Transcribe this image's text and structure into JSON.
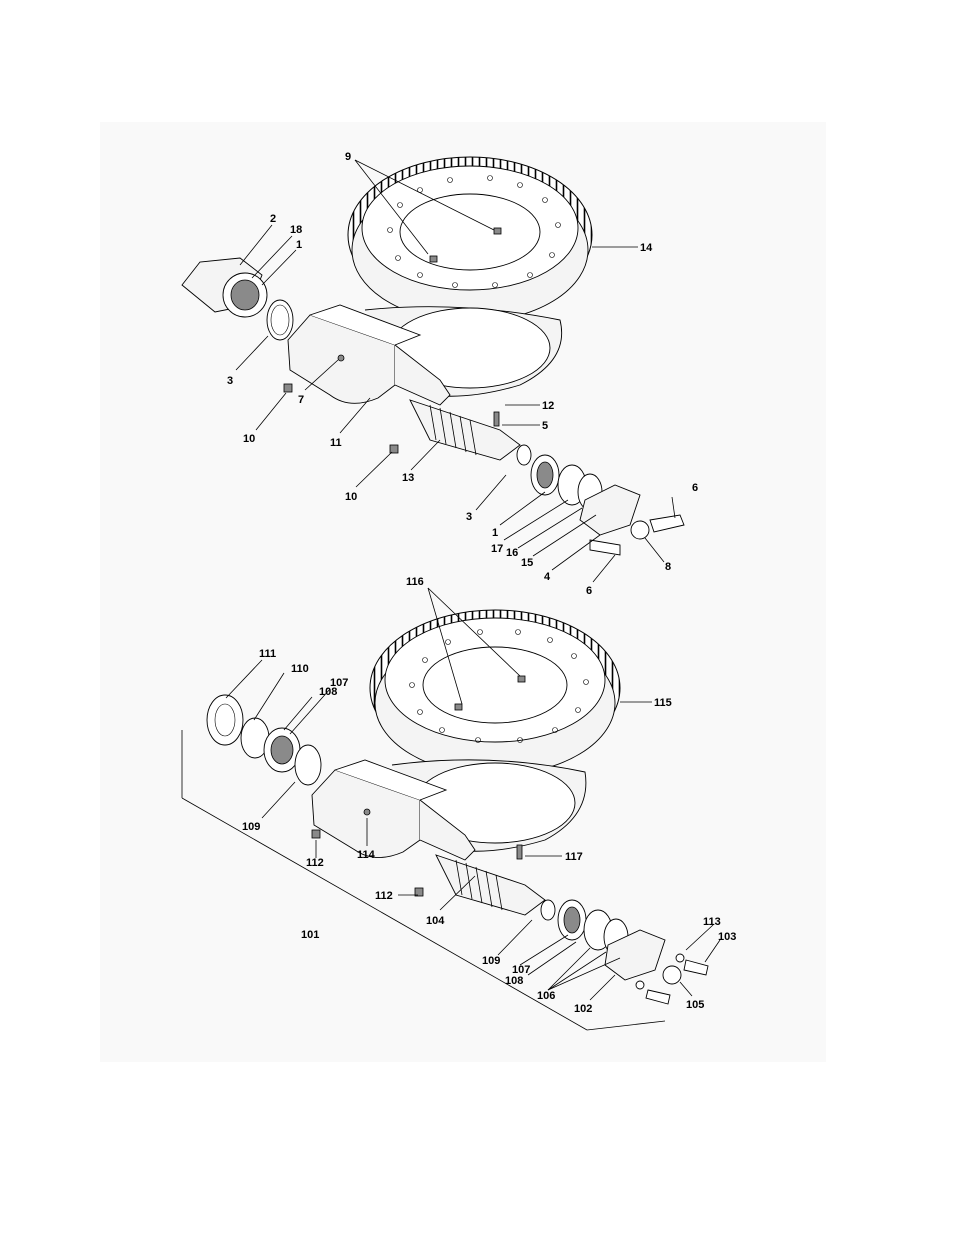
{
  "assembly_top": {
    "callouts": [
      "9",
      "2",
      "18",
      "1",
      "14",
      "3",
      "7",
      "10",
      "11",
      "12",
      "5",
      "10",
      "13",
      "3",
      "1",
      "17",
      "16",
      "15",
      "4",
      "6",
      "8",
      "6"
    ]
  },
  "assembly_bottom": {
    "callouts": [
      "116",
      "111",
      "110",
      "107",
      "108",
      "115",
      "109",
      "112",
      "114",
      "117",
      "112",
      "104",
      "101",
      "109",
      "107",
      "108",
      "106",
      "102",
      "113",
      "103",
      "105"
    ]
  }
}
